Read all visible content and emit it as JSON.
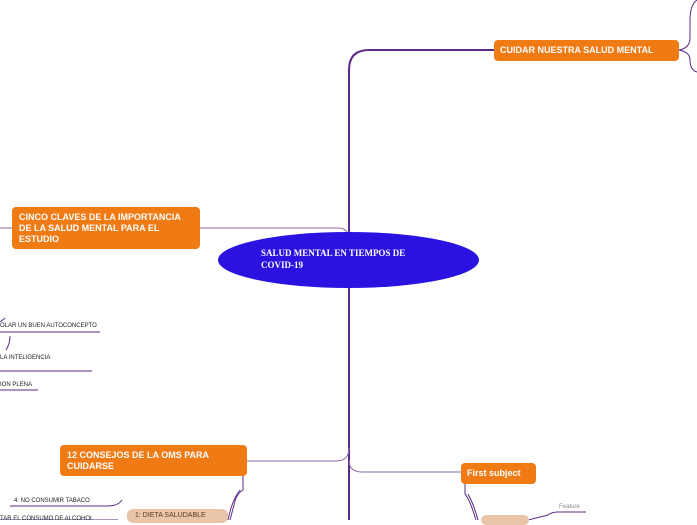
{
  "center": {
    "title": "SALUD MENTAL EN TIEMPOS DE COVID-19"
  },
  "branches": {
    "cuidar": "CUIDAR NUESTRA SALUD MENTAL",
    "cinco": "CINCO CLAVES DE LA IMPORTANCIA DE LA SALUD MENTAL PARA EL ESTUDIO",
    "consejos": "12 CONSEJOS DE LA  OMS PARA CUIDARSE",
    "first": "First subject"
  },
  "leaves": {
    "autoconcepto": "OLAR UN BUEN AUTOCONCEPTO",
    "inteligencia": "LA INTELIGENCIA",
    "plena": "ION PLENA",
    "tabaco": "4: NO CONSUMIR TABACO",
    "alcohol": "TAR EL CONSUMO DE ALCOHOL",
    "dieta": "1: DIETA SALUDABLE",
    "feature": "Feature"
  },
  "colors": {
    "branch": "#f07a14",
    "center": "#2a12e0",
    "line": "#5b2a86",
    "subpill": "#e9c4a6"
  }
}
